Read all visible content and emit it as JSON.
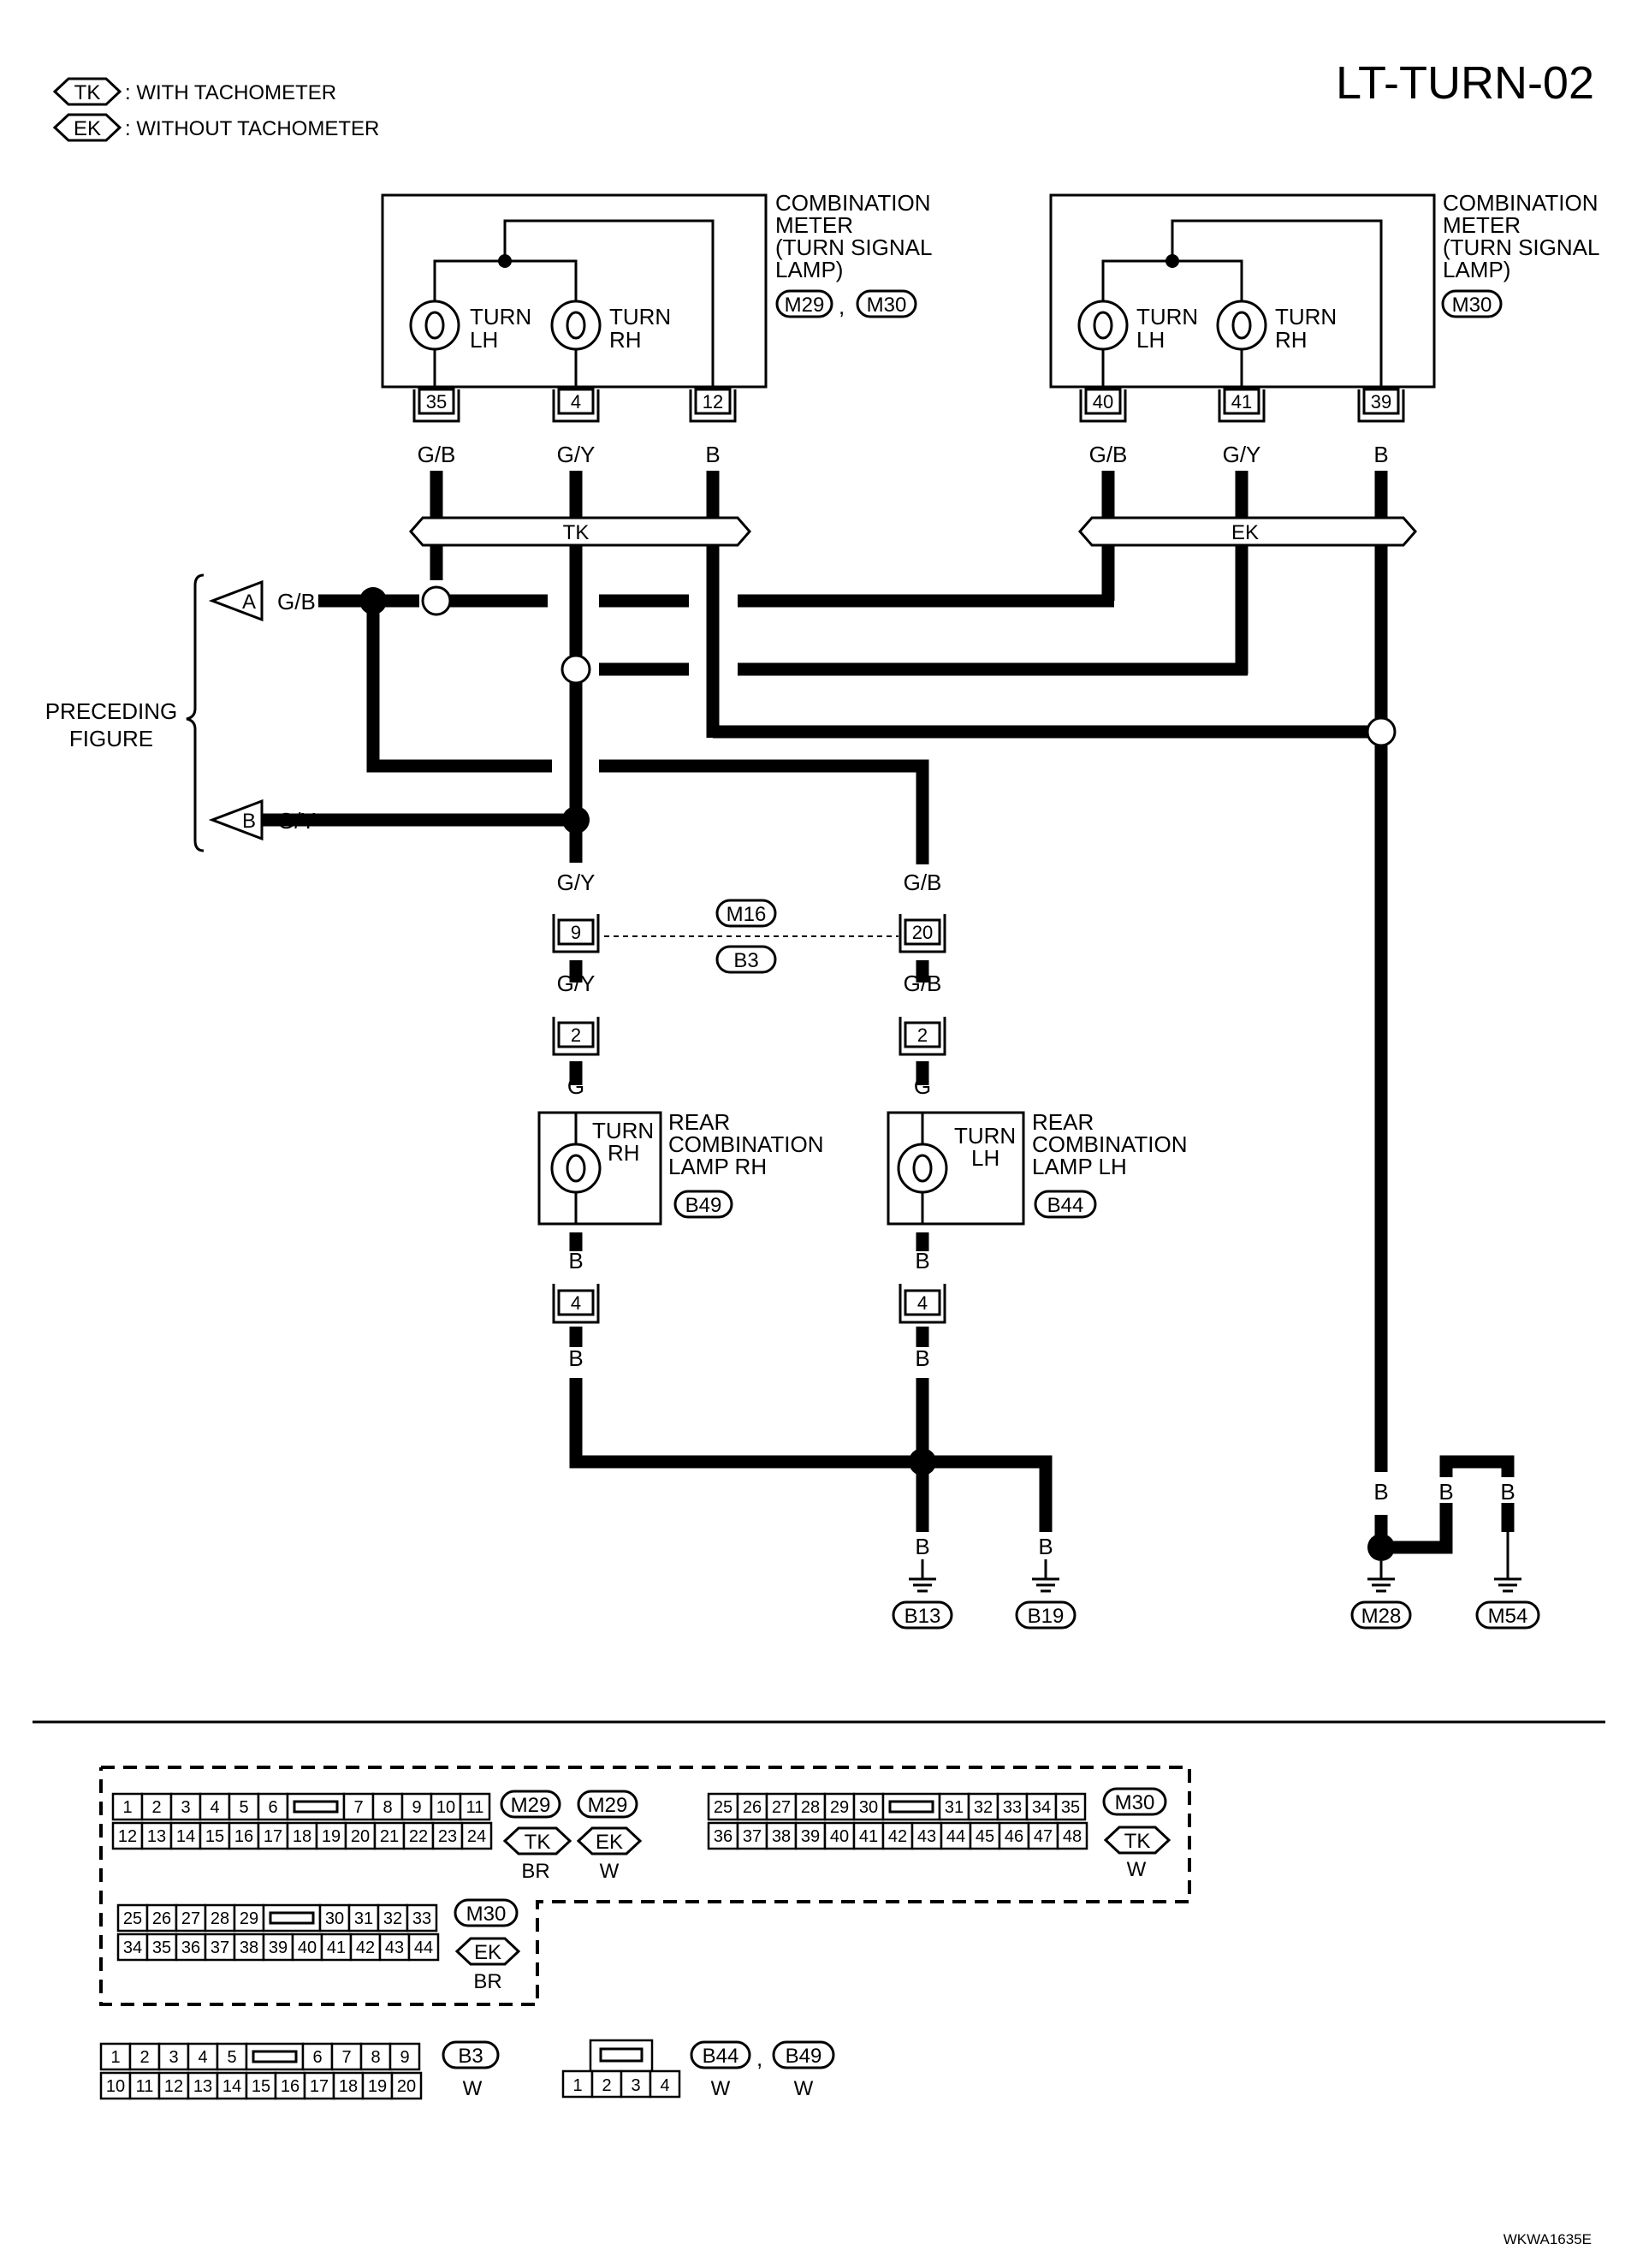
{
  "title": "LT-TURN-02",
  "footer_code": "WKWA1635E",
  "legend": {
    "tk": {
      "code": "TK",
      "text": ": WITH TACHOMETER"
    },
    "ek": {
      "code": "EK",
      "text": ": WITHOUT TACHOMETER"
    }
  },
  "left_meter": {
    "lines": [
      "COMBINATION",
      "METER",
      "(TURN SIGNAL",
      "LAMP)"
    ],
    "connectors": [
      "M29",
      "M30"
    ],
    "separator": ",",
    "lamps": [
      {
        "line1": "TURN",
        "line2": "LH"
      },
      {
        "line1": "TURN",
        "line2": "RH"
      }
    ],
    "pins": [
      "35",
      "4",
      "12"
    ],
    "wires": [
      "G/B",
      "G/Y",
      "B"
    ],
    "bar": "TK"
  },
  "right_meter": {
    "lines": [
      "COMBINATION",
      "METER",
      "(TURN SIGNAL",
      "LAMP)"
    ],
    "connectors": [
      "M30"
    ],
    "lamps": [
      {
        "line1": "TURN",
        "line2": "LH"
      },
      {
        "line1": "TURN",
        "line2": "RH"
      }
    ],
    "pins": [
      "40",
      "41",
      "39"
    ],
    "wires": [
      "G/B",
      "G/Y",
      "B"
    ],
    "bar": "EK"
  },
  "preceding": {
    "label_lines": [
      "PRECEDING",
      "FIGURE"
    ],
    "arrows": [
      {
        "letter": "A",
        "wire": "G/B"
      },
      {
        "letter": "B",
        "wire": "G/Y"
      }
    ]
  },
  "harness": {
    "top": "M16",
    "bottom": "B3",
    "left": {
      "wire_in": "G/Y",
      "pin": "9",
      "wire_out": "G/Y"
    },
    "right": {
      "wire_in": "G/B",
      "pin": "20",
      "wire_out": "G/B"
    }
  },
  "rear_rh": {
    "pin_top": "2",
    "wire_top": "G",
    "lamp": {
      "line1": "TURN",
      "line2": "RH"
    },
    "lines": [
      "REAR",
      "COMBINATION",
      "LAMP RH"
    ],
    "connector": "B49",
    "wire_bottom": "B",
    "pin_bottom": "4",
    "wire_bottom2": "B"
  },
  "rear_lh": {
    "pin_top": "2",
    "wire_top": "G",
    "lamp": {
      "line1": "TURN",
      "line2": "LH"
    },
    "lines": [
      "REAR",
      "COMBINATION",
      "LAMP LH"
    ],
    "connector": "B44",
    "wire_bottom": "B",
    "pin_bottom": "4",
    "wire_bottom2": "B"
  },
  "grounds": [
    {
      "wire": "B",
      "label": "B13"
    },
    {
      "wire": "B",
      "label": "B19"
    },
    {
      "wire": "B",
      "label": "M28"
    },
    {
      "wire": "B",
      "label": "M54"
    }
  ],
  "ground_extra_wire": "B",
  "connector_views": {
    "m29": {
      "row1": [
        "1",
        "2",
        "3",
        "4",
        "5",
        "6",
        "",
        "7",
        "8",
        "9",
        "10",
        "11"
      ],
      "row2": [
        "12",
        "13",
        "14",
        "15",
        "16",
        "17",
        "18",
        "19",
        "20",
        "21",
        "22",
        "23",
        "24"
      ],
      "label": "M29",
      "tk": "TK",
      "tk_color": "BR",
      "label2": "M29",
      "ek": "EK",
      "ek_color": "W"
    },
    "m30_tk": {
      "row1": [
        "25",
        "26",
        "27",
        "28",
        "29",
        "30",
        "",
        "31",
        "32",
        "33",
        "34",
        "35"
      ],
      "row2": [
        "36",
        "37",
        "38",
        "39",
        "40",
        "41",
        "42",
        "43",
        "44",
        "45",
        "46",
        "47",
        "48"
      ],
      "label": "M30",
      "tk": "TK",
      "color": "W"
    },
    "m30_ek": {
      "row1": [
        "25",
        "26",
        "27",
        "28",
        "29",
        "",
        "30",
        "31",
        "32",
        "33"
      ],
      "row2": [
        "34",
        "35",
        "36",
        "37",
        "38",
        "39",
        "40",
        "41",
        "42",
        "43",
        "44"
      ],
      "label": "M30",
      "ek": "EK",
      "color": "BR"
    },
    "b3": {
      "row1": [
        "1",
        "2",
        "3",
        "4",
        "5",
        "",
        "6",
        "7",
        "8",
        "9"
      ],
      "row2": [
        "10",
        "11",
        "12",
        "13",
        "14",
        "15",
        "16",
        "17",
        "18",
        "19",
        "20"
      ],
      "label": "B3",
      "color": "W"
    },
    "b44_b49": {
      "pins": [
        "1",
        "2",
        "3",
        "4"
      ],
      "label1": "B44",
      "color1": "W",
      "separator": ",",
      "label2": "B49",
      "color2": "W"
    }
  }
}
